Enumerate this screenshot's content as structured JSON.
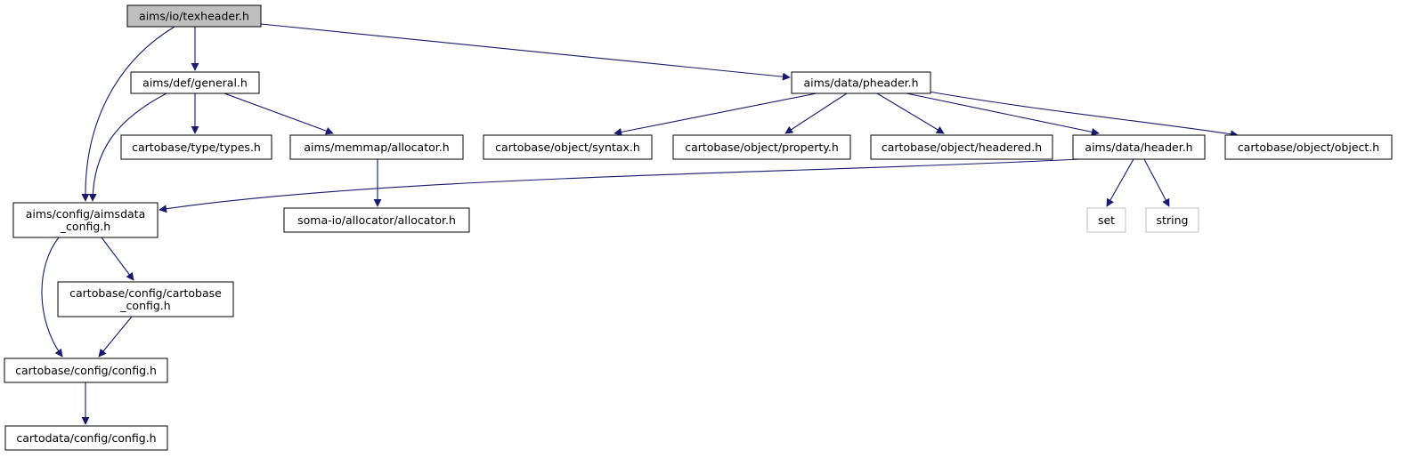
{
  "colors": {
    "edge": "#191970",
    "node_border": "#000000",
    "external_border": "#bfbfbf",
    "root_fill": "#bfbfbf",
    "node_fill": "#ffffff",
    "text": "#000000"
  },
  "nodes": {
    "texheader": {
      "lines": [
        "aims/io/texheader.h"
      ],
      "kind": "root"
    },
    "general": {
      "lines": [
        "aims/def/general.h"
      ],
      "kind": "file"
    },
    "pheader": {
      "lines": [
        "aims/data/pheader.h"
      ],
      "kind": "file"
    },
    "types": {
      "lines": [
        "cartobase/type/types.h"
      ],
      "kind": "file"
    },
    "mem_allocator": {
      "lines": [
        "aims/memmap/allocator.h"
      ],
      "kind": "file"
    },
    "syntax": {
      "lines": [
        "cartobase/object/syntax.h"
      ],
      "kind": "file"
    },
    "property": {
      "lines": [
        "cartobase/object/property.h"
      ],
      "kind": "file"
    },
    "headered": {
      "lines": [
        "cartobase/object/headered.h"
      ],
      "kind": "file"
    },
    "header": {
      "lines": [
        "aims/data/header.h"
      ],
      "kind": "file"
    },
    "object": {
      "lines": [
        "cartobase/object/object.h"
      ],
      "kind": "file"
    },
    "aimsdata_config": {
      "lines": [
        "aims/config/aimsdata",
        "_config.h"
      ],
      "kind": "file"
    },
    "soma_allocator": {
      "lines": [
        "soma-io/allocator/allocator.h"
      ],
      "kind": "file"
    },
    "set": {
      "lines": [
        "set"
      ],
      "kind": "external"
    },
    "string": {
      "lines": [
        "string"
      ],
      "kind": "external"
    },
    "cartobase_config": {
      "lines": [
        "cartobase/config/cartobase",
        "_config.h"
      ],
      "kind": "file"
    },
    "cb_config": {
      "lines": [
        "cartobase/config/config.h"
      ],
      "kind": "file"
    },
    "cd_config": {
      "lines": [
        "cartodata/config/config.h"
      ],
      "kind": "file"
    }
  },
  "edges": [
    {
      "from": "texheader",
      "to": "general"
    },
    {
      "from": "texheader",
      "to": "pheader"
    },
    {
      "from": "texheader",
      "to": "aimsdata_config"
    },
    {
      "from": "general",
      "to": "aimsdata_config"
    },
    {
      "from": "general",
      "to": "types"
    },
    {
      "from": "general",
      "to": "mem_allocator"
    },
    {
      "from": "mem_allocator",
      "to": "soma_allocator"
    },
    {
      "from": "pheader",
      "to": "syntax"
    },
    {
      "from": "pheader",
      "to": "property"
    },
    {
      "from": "pheader",
      "to": "headered"
    },
    {
      "from": "pheader",
      "to": "header"
    },
    {
      "from": "pheader",
      "to": "object"
    },
    {
      "from": "header",
      "to": "aimsdata_config"
    },
    {
      "from": "header",
      "to": "set"
    },
    {
      "from": "header",
      "to": "string"
    },
    {
      "from": "aimsdata_config",
      "to": "cartobase_config"
    },
    {
      "from": "aimsdata_config",
      "to": "cb_config"
    },
    {
      "from": "cartobase_config",
      "to": "cb_config"
    },
    {
      "from": "cb_config",
      "to": "cd_config"
    }
  ]
}
